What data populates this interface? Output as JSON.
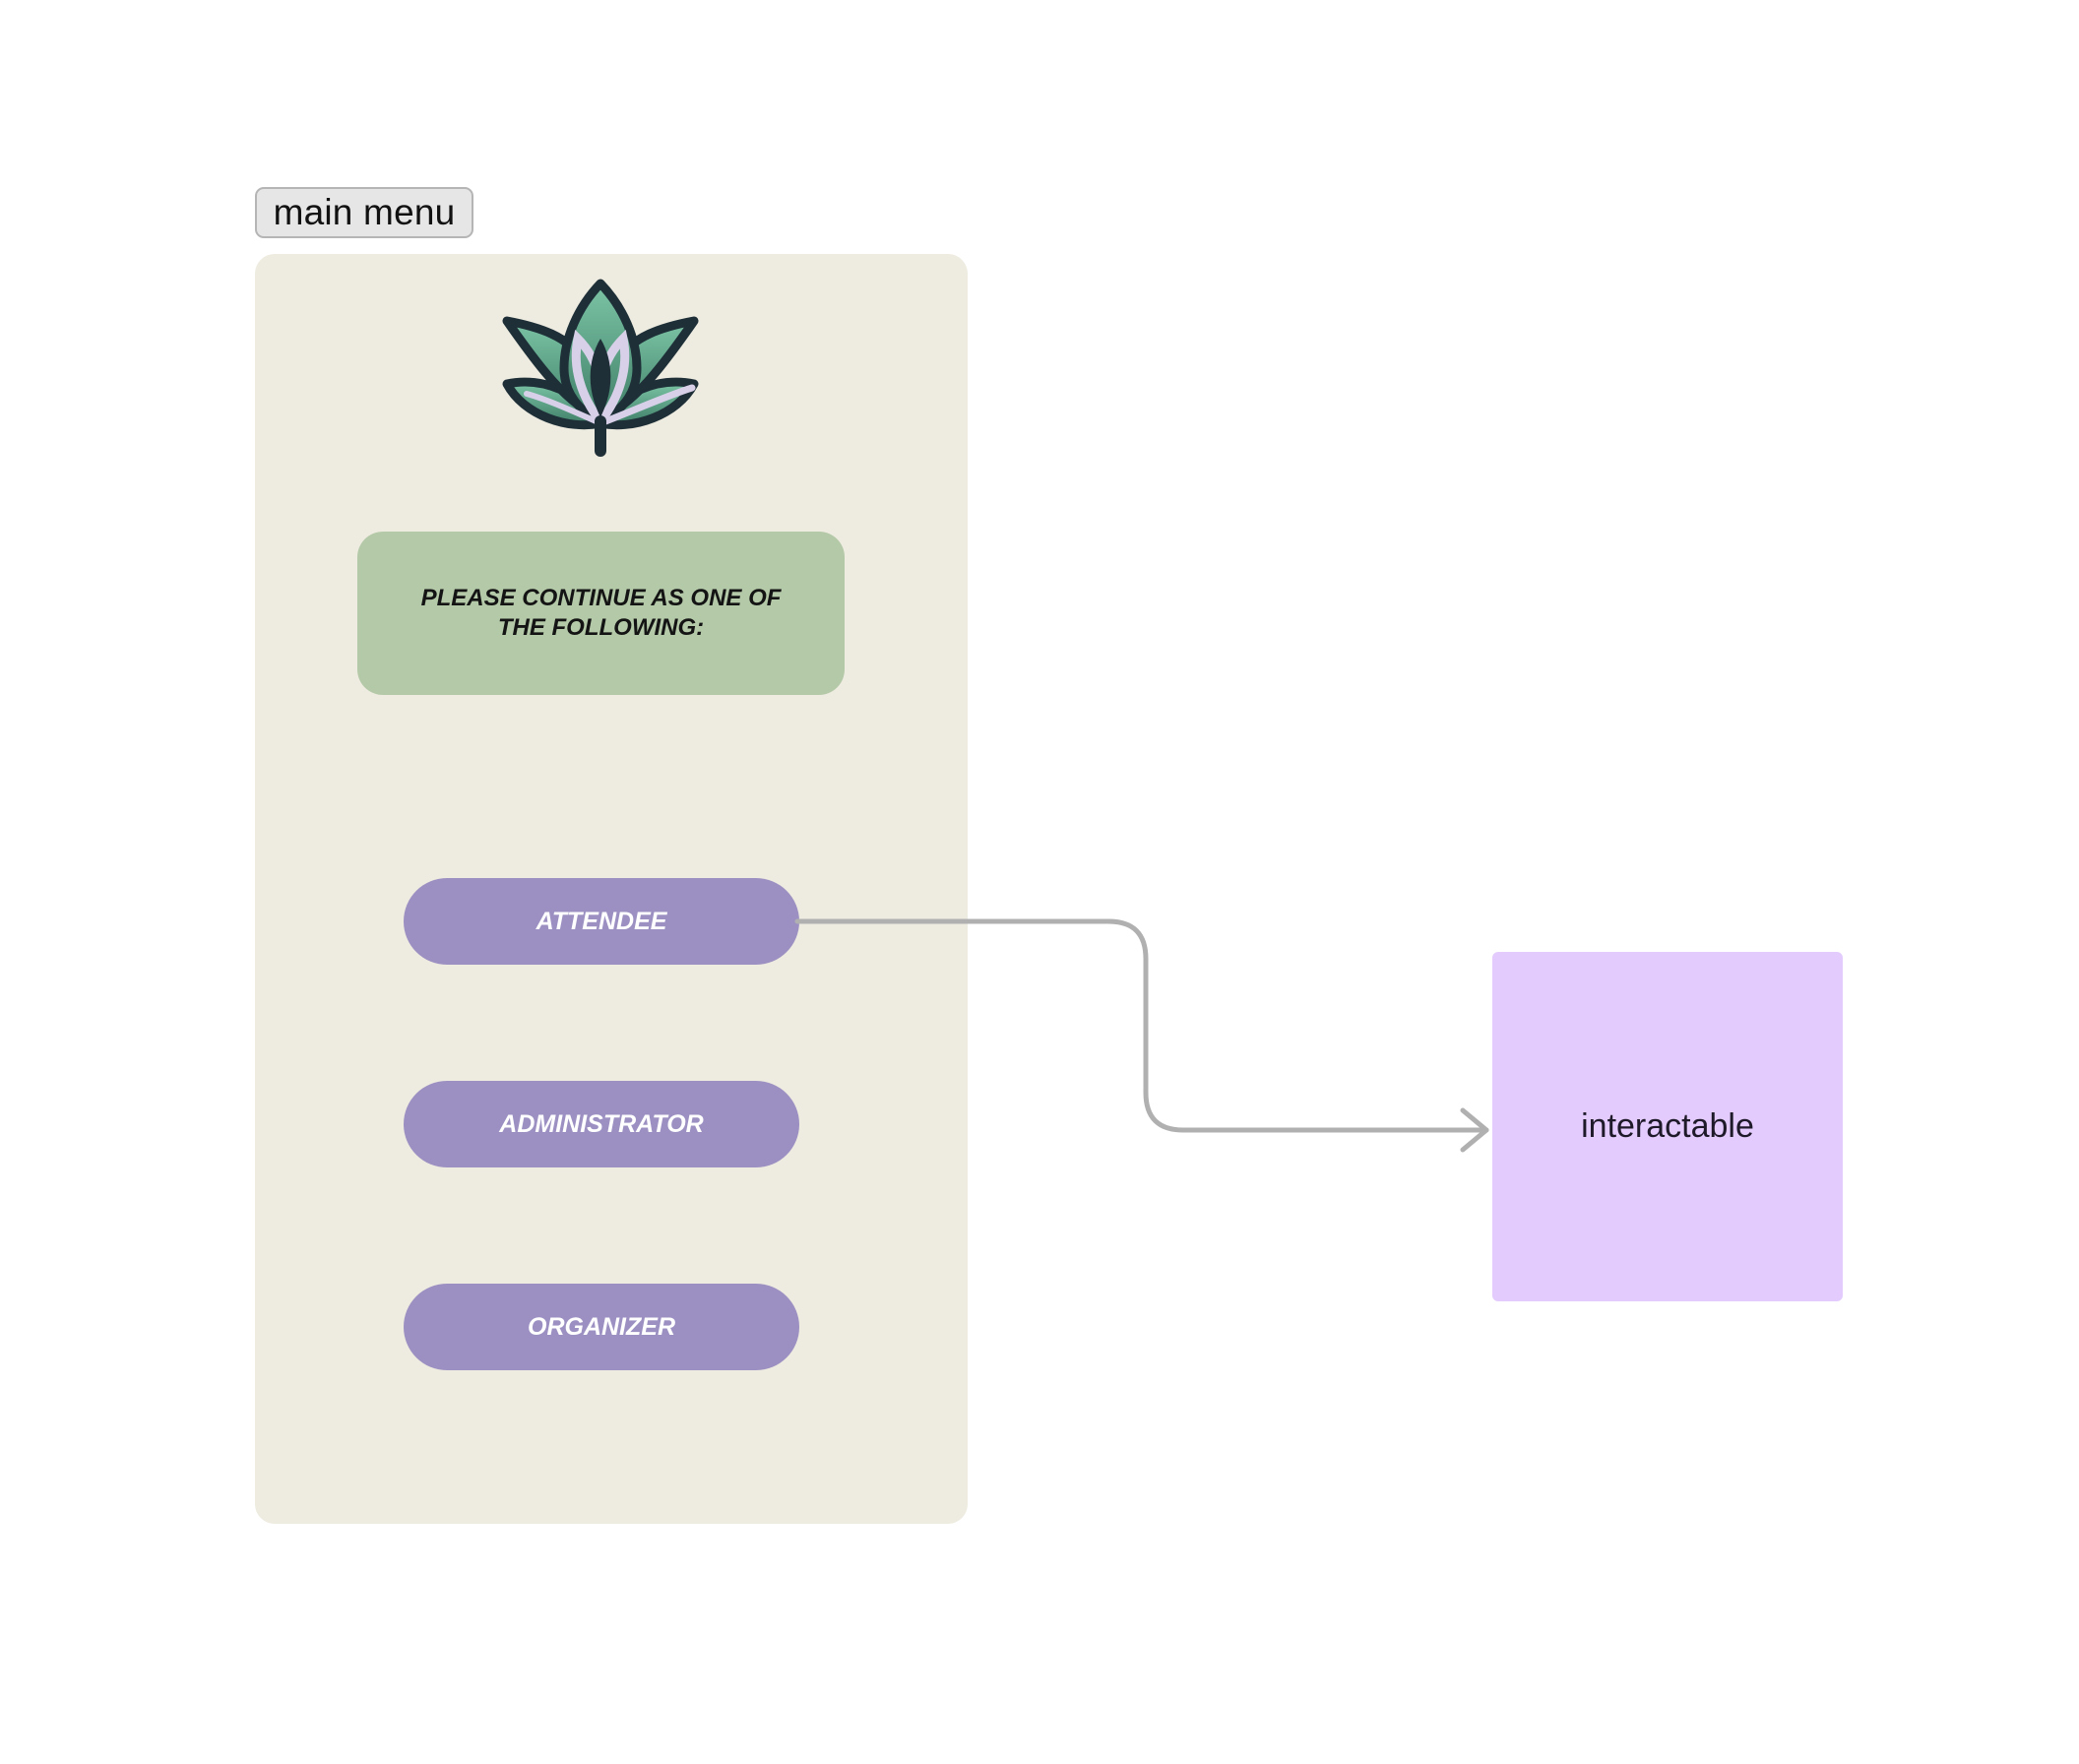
{
  "frame": {
    "label": "main menu"
  },
  "logo": {
    "icon": "lotus-icon",
    "colors": {
      "outline": "#1e2f38",
      "petal_fill": "#5fa88a",
      "accent_stroke": "#d8d0e8"
    }
  },
  "prompt": {
    "text": "PLEASE CONTINUE AS ONE OF THE FOLLOWING:"
  },
  "roles": [
    {
      "label": "ATTENDEE"
    },
    {
      "label": "ADMINISTRATOR"
    },
    {
      "label": "ORGANIZER"
    }
  ],
  "prototype_link": {
    "target_label": "interactable"
  },
  "colors": {
    "background": "#ffffff",
    "phone_background": "#eeece0",
    "prompt_background": "#b4c9a8",
    "button_background": "#9c90c2",
    "button_text": "#ffffff",
    "target_background": "#e3cbfd",
    "connector": "#b0b0b0"
  }
}
